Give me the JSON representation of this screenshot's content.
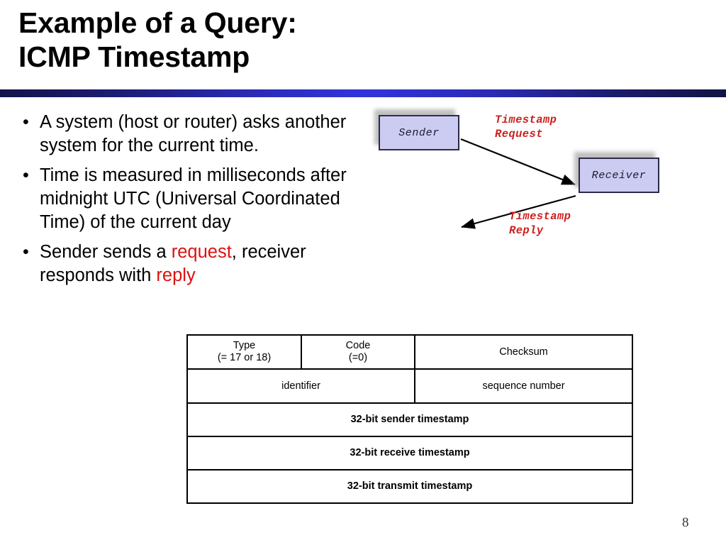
{
  "slide": {
    "title": "Example of a Query:\nICMP Timestamp",
    "page_number": "8",
    "accent_color": "#3333dd",
    "highlight_color": "#dd1111",
    "diagram_label_color": "#cc2020",
    "node_fill_color": "#ccccf2"
  },
  "bullets": [
    {
      "marker": "•",
      "segments": [
        {
          "text": "A system (host or router) asks another system for the current time.",
          "style": "normal"
        }
      ]
    },
    {
      "marker": "•",
      "segments": [
        {
          "text": "Time is measured in milliseconds after midnight UTC (Universal Coordinated Time) of the current day",
          "style": "normal"
        }
      ]
    },
    {
      "marker": "•",
      "segments": [
        {
          "text": "Sender sends a ",
          "style": "normal"
        },
        {
          "text": "request",
          "style": "red"
        },
        {
          "text": ", receiver responds with ",
          "style": "normal"
        },
        {
          "text": "reply",
          "style": "red"
        }
      ]
    }
  ],
  "diagram": {
    "sender_label": "Sender",
    "receiver_label": "Receiver",
    "request_label": "Timestamp\nRequest",
    "reply_label": "Timestamp\nReply"
  },
  "packet_format": {
    "rows": [
      {
        "cells": [
          {
            "text": "Type\n(= 17 or 18)",
            "span": 1
          },
          {
            "text": "Code\n(=0)",
            "span": 1
          },
          {
            "text": "Checksum",
            "span": 1
          }
        ]
      },
      {
        "cells": [
          {
            "text": "identifier",
            "span": 2
          },
          {
            "text": "sequence number",
            "span": 1
          }
        ]
      },
      {
        "cells": [
          {
            "text": "32-bit sender timestamp",
            "span": 3
          }
        ]
      },
      {
        "cells": [
          {
            "text": "32-bit receive timestamp",
            "span": 3
          }
        ]
      },
      {
        "cells": [
          {
            "text": "32-bit transmit timestamp",
            "span": 3
          }
        ]
      }
    ]
  }
}
